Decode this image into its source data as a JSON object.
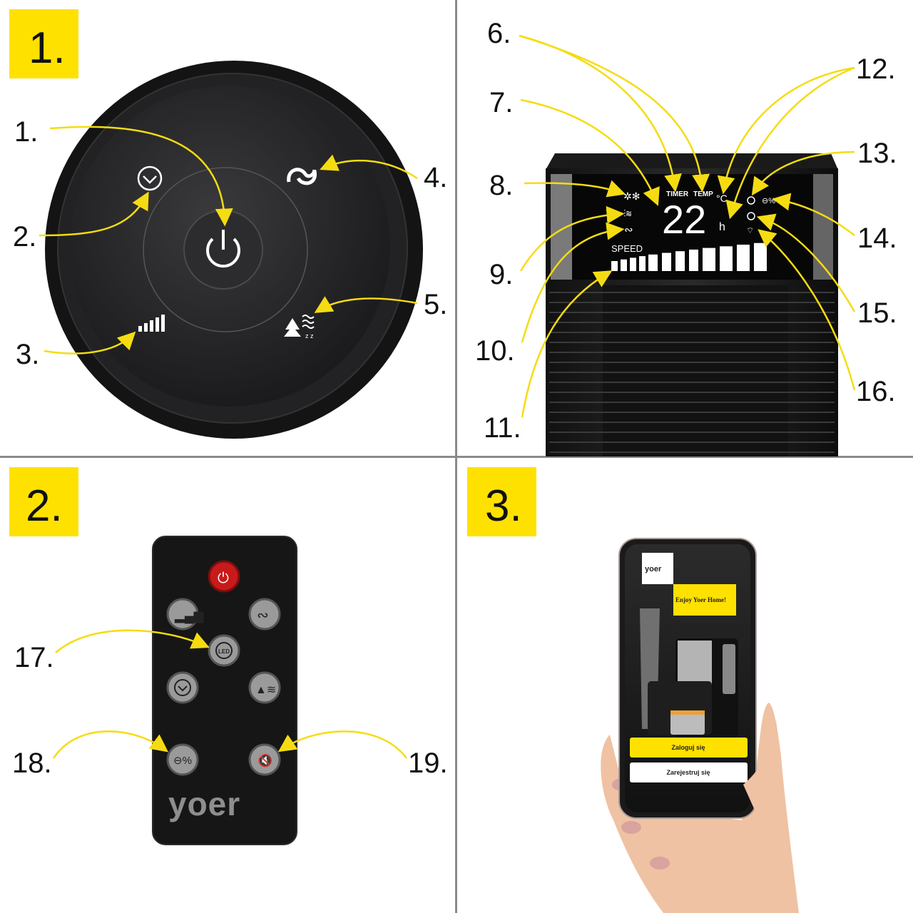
{
  "sections": [
    {
      "label": "1."
    },
    {
      "label": "2."
    },
    {
      "label": "3."
    }
  ],
  "callouts": {
    "c1": "1.",
    "c2": "2.",
    "c3": "3.",
    "c4": "4.",
    "c5": "5.",
    "c6": "6.",
    "c7": "7.",
    "c8": "8.",
    "c9": "9.",
    "c10": "10.",
    "c11": "11.",
    "c12": "12.",
    "c13": "13.",
    "c14": "14.",
    "c15": "15.",
    "c16": "16.",
    "c17": "17.",
    "c18": "18.",
    "c19": "19."
  },
  "display": {
    "timer_label": "TIMER",
    "temp_label": "TEMP",
    "digits": "22",
    "celsius": "°C",
    "hours": "h",
    "speed_label": "SPEED",
    "speed_levels": 12
  },
  "remote": {
    "led_label": "LED",
    "brand": "yoer"
  },
  "phone": {
    "brand": "yoer",
    "tagline": "Enjoy Yoer Home!",
    "login_button": "Zaloguj się",
    "register_button": "Zarejestruj się"
  },
  "colors": {
    "accent": "#FFE100",
    "divider": "#8a8a8a",
    "power_red": "#c81a1a"
  }
}
